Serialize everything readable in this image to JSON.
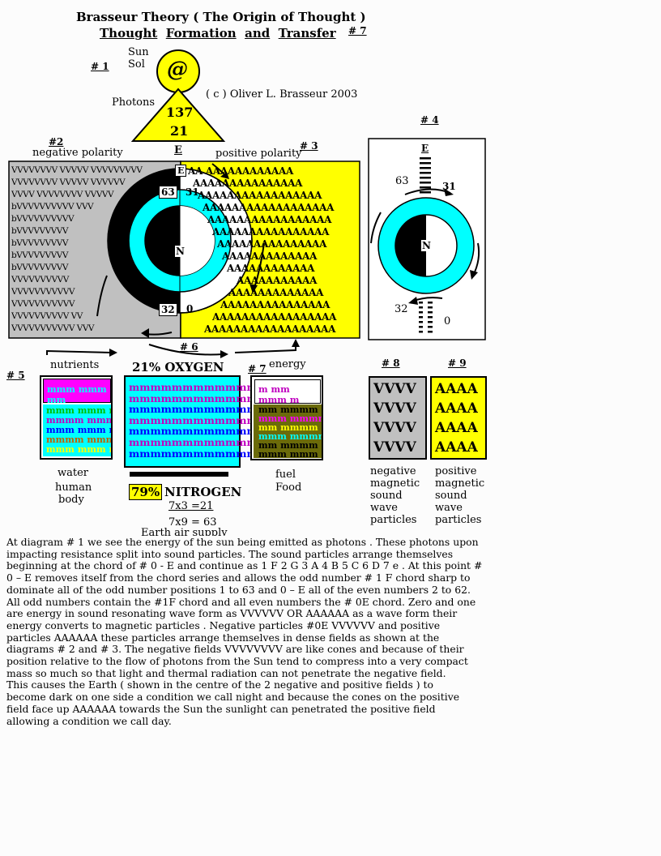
{
  "header": {
    "title": "Brasseur Theory  ( The Origin of Thought )",
    "subtitle_words": [
      "Thought",
      "Formation",
      "and",
      "Transfer"
    ],
    "page_tag": "# 7"
  },
  "sun": {
    "tag": "# 1",
    "label_line1": "Sun",
    "label_line2": "Sol",
    "symbol": "@",
    "photons_label": "Photons",
    "num_top": "137",
    "num_bottom": "21",
    "copyright": "( c ) Oliver L. Brasseur 2003"
  },
  "field": {
    "tag_negative": "#2",
    "label_negative": "negative polarity",
    "tag_positive": "# 3",
    "label_positive": "positive polarity",
    "e_top": "E",
    "e_box": "E",
    "n_center": "N",
    "num_63": "63",
    "num_31": "31",
    "num_32": "32",
    "num_0": "0",
    "neg_lines": [
      "VVVVVVVV VVVVV  VVVVVVVVV",
      "VVVVVVVV VVVVV VVVVVV",
      "VVVV VVVVVVVV VVVVV",
      "bVVVVVVVVVV VVV",
      "bVVVVVVVVVV",
      "bVVVVVVVVV",
      "bVVVVVVVVV",
      "bVVVVVVVVV",
      "bVVVVVVVVV",
      "VVVVVVVVVV",
      "VVVVVVVVVVV",
      "VVVVVVVVVVV",
      "VVVVVVVVVV  VV",
      "VVVVVVVVVVV VVV"
    ],
    "pos_lines": [
      "AA   AAAAAAAAAAAA",
      "AAAAAAAAAAAAAAA",
      "AAAAAAAAAAAAAAAAA",
      "AAAAAAAAAAAAAAAAAA",
      "AAAAAAAAAAAAAAAAA",
      "AAAAAAAAAAAAAAAA",
      "AAAAAAAAAAAAAAA",
      "AAAAAAAAAAAAA",
      "AAAAAAAAAAAA",
      "AAAAAAAAAAA",
      "AAAAAAAAAAAAA",
      "AAAAAAAAAAAAAAA",
      "AAAAAAAAAAAAAAAAA",
      "AAAAAAAAAAAAAAAAAA"
    ]
  },
  "earth_small": {
    "tag": "# 4",
    "e_label": "E",
    "n_label": "N",
    "num_63": "63",
    "num_31": "31",
    "num_32": "32",
    "num_0": "0"
  },
  "flow": {
    "tag_5": "# 5",
    "tag_6": "# 6",
    "tag_7": "# 7",
    "nutrients": "nutrients",
    "energy": "energy",
    "oxygen": "21% OXYGEN",
    "nitrogen_pct": "79%",
    "nitrogen": "NITROGEN",
    "calc1": "7x3 =21",
    "calc2": "7x9 = 63",
    "air_supply": "Earth air supply",
    "water_label": [
      "water",
      "human",
      "body"
    ],
    "fuel_label": [
      "fuel",
      "Food"
    ],
    "water_top": "mmm mmm mm",
    "water_rows": [
      "mmm mmm mm",
      "mmmm mmm m",
      "mmm mmm mm",
      "mmmm mmm m",
      "mmm mmm mm"
    ],
    "air_rows": [
      "mmmmmmmmmmmmmm",
      "mmmmmmmmmmmmmm",
      "mmmmmmmmmmmmmm",
      "mmmmmmmmmmmmmm",
      "mmmmmmmmmmmmmm",
      "mmmmmmmmmmmmmm",
      "mmmmmmmmmmmmmm"
    ],
    "fuel_top": "m mm mmm m",
    "fuel_rows": [
      "mm mmmm",
      "mmm mmmm",
      "mm mmmm",
      "mmm mmmm",
      "mm mmmm",
      "mmm mmm"
    ]
  },
  "particles": {
    "tag_8": "# 8",
    "tag_9": "# 9",
    "neg_rows": [
      "VVVV",
      "VVVV",
      "VVVV",
      "VVVV"
    ],
    "pos_rows": [
      "AAAA",
      "AAAA",
      "AAAA",
      "AAAA"
    ],
    "neg_label": [
      "negative",
      "magnetic",
      "sound",
      "wave",
      "particles"
    ],
    "pos_label": [
      "positive",
      "magnetic",
      "sound",
      "wave",
      "particles"
    ]
  },
  "paragraph": [
    "At diagram # 1 we see the energy of the sun being emitted as photons . These photons upon",
    "   impacting resistance split into sound particles. The sound particles arrange themselves",
    "   beginning at the chord of # 0 - E  and continue as 1 F 2 G  3 A  4 B  5 C  6 D  7 e . At this point #",
    "   0 – E   removes itself from the chord series and allows the odd number # 1 F chord sharp to",
    "   dominate  all of the odd number  positions 1 to 63 and 0 – E  all of the even numbers 2 to 62.",
    "All odd numbers contain the #1F chord and all even numbers the # 0E chord. Zero and one",
    "are energy in sound resonating wave form as   VVVVVV OR AAAAAA  as a wave form their",
    "energy converts to  magnetic particles . Negative particles #0E  VVVVVV and positive",
    "particles AAAAAA  these particles arrange themselves in dense fields as shown at the",
    "diagrams # 2 and # 3. The negative fields VVVVVVVV are like cones and because of their",
    "position relative to the flow of photons from the Sun tend to compress into a very compact",
    "mass so much so that light and thermal radiation can not penetrate the negative field.",
    "This causes the Earth ( shown in the centre of the 2 negative and positive fields ) to",
    "   become dark  on one side a condition we call night and because the cones on the positive",
    "   field face up AAAAAA  towards the Sun the sunlight can penetrated the positive field",
    "   allowing a condition we call day."
  ],
  "colors": {
    "yellow": "#ffff00",
    "cyan": "#00ffff",
    "gray": "#c0c0c0",
    "olive": "#6b6b0a"
  }
}
